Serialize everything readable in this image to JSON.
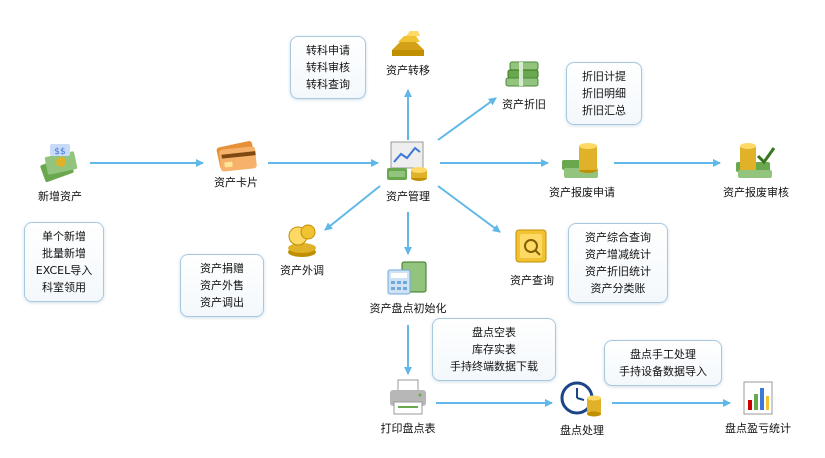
{
  "colors": {
    "arrow": "#5fb8e8",
    "box_border": "#a8c8de",
    "money_green": "#4a8a3a",
    "gold": "#e0b22a"
  },
  "nodes": {
    "new_asset": "新增资产",
    "asset_card": "资产卡片",
    "asset_transfer": "资产转移",
    "asset_management": "资产管理",
    "depreciation": "资产折旧",
    "scrap_apply": "资产报废申请",
    "scrap_review": "资产报废审核",
    "external_transfer": "资产外调",
    "inventory_init": "资产盘点初始化",
    "asset_query": "资产查询",
    "print_inventory": "打印盘点表",
    "inventory_process": "盘点处理",
    "inventory_stats": "盘点盈亏统计"
  },
  "boxes": {
    "new_asset_box": [
      "单个新增",
      "批量新增",
      "EXCEL导入",
      "科室领用"
    ],
    "transfer_box": [
      "转科申请",
      "转科审核",
      "转科查询"
    ],
    "depreciation_box": [
      "折旧计提",
      "折旧明细",
      "折旧汇总"
    ],
    "external_box": [
      "资产捐赠",
      "资产外售",
      "资产调出"
    ],
    "query_box": [
      "资产综合查询",
      "资产增减统计",
      "资产折旧统计",
      "资产分类账"
    ],
    "inventory_init_box": [
      "盘点空表",
      "库存实表",
      "手持终端数据下载"
    ],
    "inventory_process_box": [
      "盘点手工处理",
      "手持设备数据导入"
    ]
  },
  "icons": {
    "new_asset": "money-stack-icon",
    "asset_card": "credit-card-icon",
    "asset_transfer": "gold-bars-icon",
    "asset_management": "management-chart-icon",
    "depreciation": "cash-bundles-icon",
    "scrap_apply": "coins-cash-icon",
    "scrap_review": "coins-approve-icon",
    "external_transfer": "gold-coins-icon",
    "inventory_init": "calculator-folder-icon",
    "asset_query": "safe-search-icon",
    "print_inventory": "printer-icon",
    "inventory_process": "clock-coins-icon",
    "inventory_stats": "bar-chart-icon"
  }
}
